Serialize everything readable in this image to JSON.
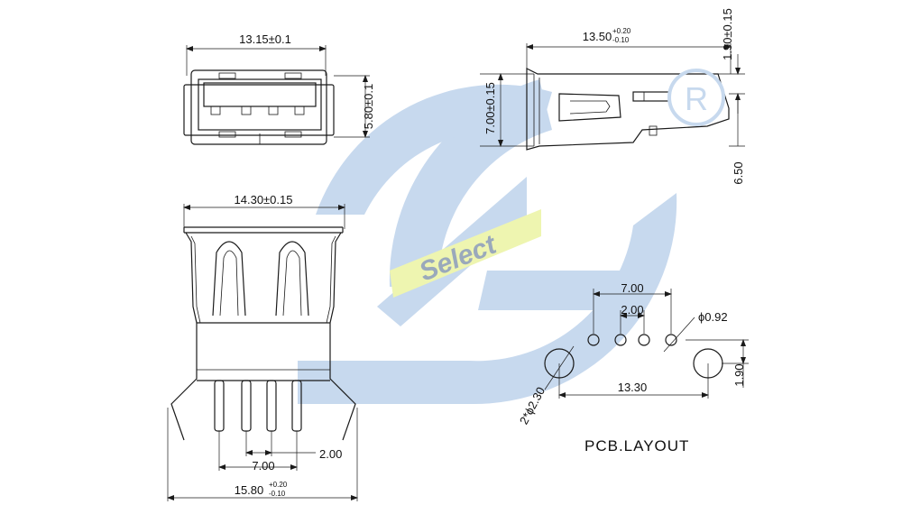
{
  "watermark": {
    "text": "Select",
    "primary_color": "#c7d9ee",
    "text_color": "#9aa9bb",
    "highlight_color": "#eef5b0"
  },
  "front_view": {
    "width_label": "13.15±0.1",
    "height_label": "5.80±0.1"
  },
  "side_view": {
    "length_label": "13.50",
    "length_tol_upper": "+0.20",
    "length_tol_lower": "-0.10",
    "height_label": "7.00±0.15",
    "top_offset_label": "1.90±0.15",
    "overall_label": "6.50",
    "registered_mark": "R"
  },
  "bottom_view": {
    "width_label": "14.30±0.15",
    "pin_span_label": "7.00",
    "pin_pitch_label": "2.00",
    "overall_label": "15.80",
    "overall_tol_upper": "+0.20",
    "overall_tol_lower": "-0.10"
  },
  "pcb_layout": {
    "title": "PCB.LAYOUT",
    "pin_span_label": "7.00",
    "pin_pitch_label": "2.00",
    "pin_hole_label": "ϕ0.92",
    "mount_span_label": "13.30",
    "mount_hole_label": "2*ϕ2.30",
    "mount_offset_label": "1.90"
  }
}
